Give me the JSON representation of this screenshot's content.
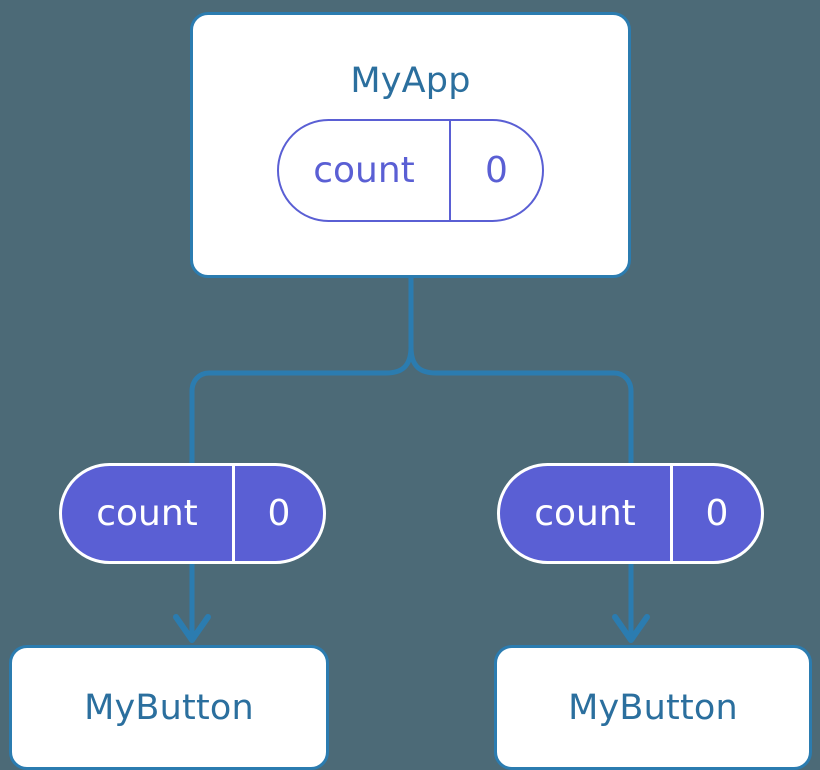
{
  "diagram": {
    "type": "component-state-tree",
    "background_color": "#4c6a77",
    "accent_blue": "#2b7cb0",
    "accent_purple": "#5a5fd4",
    "text_blue": "#2b6f9e",
    "root": {
      "component_label": "MyApp",
      "state": {
        "name": "count",
        "value": "0",
        "style": "outlined"
      }
    },
    "children": [
      {
        "state": {
          "name": "count",
          "value": "0",
          "style": "filled"
        },
        "component_label": "MyButton"
      },
      {
        "state": {
          "name": "count",
          "value": "0",
          "style": "filled"
        },
        "component_label": "MyButton"
      }
    ],
    "connectors": {
      "trunk": "fork",
      "child_arrows": "down-arrow"
    }
  }
}
